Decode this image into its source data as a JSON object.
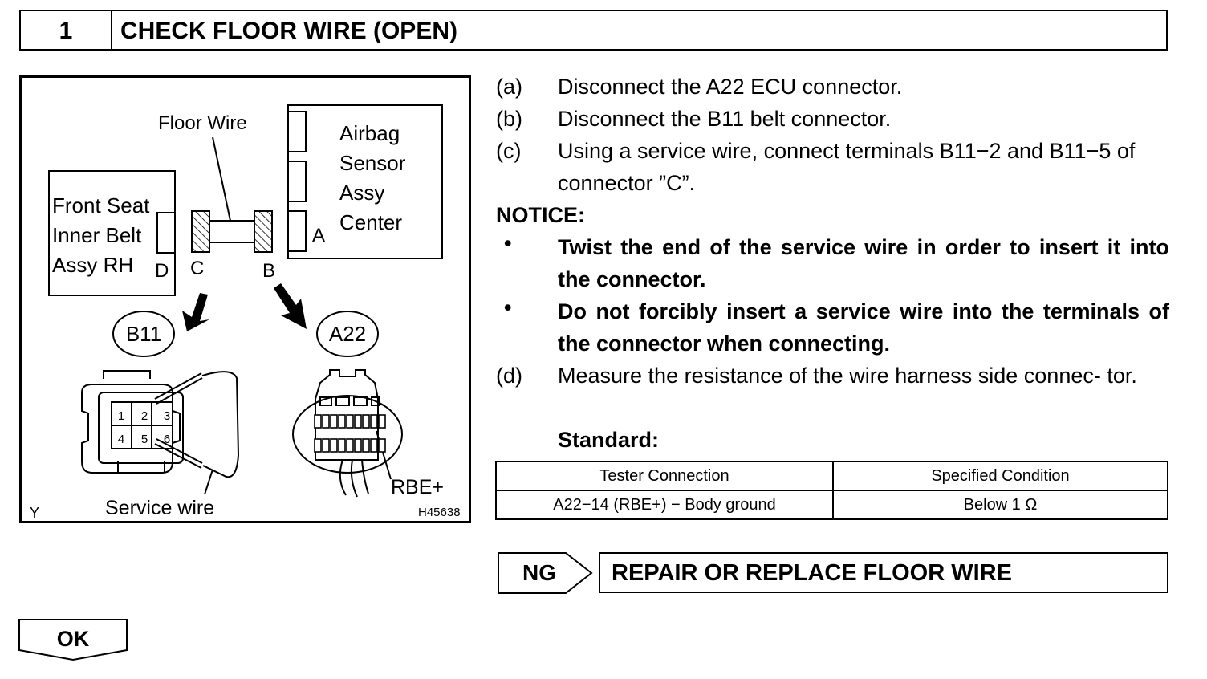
{
  "header": {
    "step_number": "1",
    "title": "CHECK FLOOR WIRE (OPEN)"
  },
  "figure": {
    "floor_wire": "Floor Wire",
    "airbag_line1": "Airbag",
    "airbag_line2": "Sensor",
    "airbag_line3": "Assy",
    "airbag_line4": "Center",
    "seat_line1": "Front Seat",
    "seat_line2": "Inner Belt",
    "seat_line3": "Assy RH",
    "label_a": "A",
    "label_b": "B",
    "label_c": "C",
    "label_d": "D",
    "connector_b11": "B11",
    "connector_a22": "A22",
    "pin1": "1",
    "pin2": "2",
    "pin3": "3",
    "pin4": "4",
    "pin5": "5",
    "pin6": "6",
    "service_wire": "Service wire",
    "rbe_label": "RBE+",
    "corner_y": "Y",
    "figure_id": "H45638"
  },
  "steps": [
    {
      "letter": "(a)",
      "text": "Disconnect the A22 ECU connector."
    },
    {
      "letter": "(b)",
      "text": "Disconnect the B11 belt connector."
    },
    {
      "letter": "(c)",
      "text": "Using a service wire, connect terminals B11−2 and B11−5 of connector ”C”."
    },
    {
      "letter": "(d)",
      "text": "Measure the resistance of the wire harness side connec- tor."
    }
  ],
  "notice": {
    "label": "NOTICE:",
    "bullets": [
      "Twist the end of the service wire in order to insert it into the connector.",
      "Do not forcibly insert a service wire into the terminals of the connector when connecting."
    ]
  },
  "standard_label": "Standard:",
  "table": {
    "headers": [
      "Tester Connection",
      "Specified Condition"
    ],
    "rows": [
      [
        "A22−14 (RBE+) − Body ground",
        "Below 1 Ω"
      ]
    ]
  },
  "ng": {
    "label": "NG",
    "action": "REPAIR OR REPLACE FLOOR WIRE"
  },
  "ok": {
    "label": "OK"
  }
}
